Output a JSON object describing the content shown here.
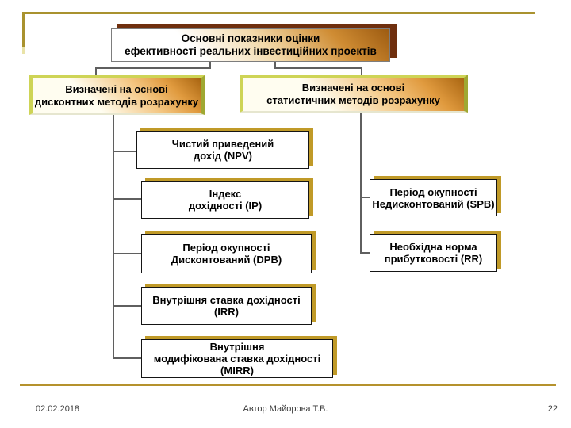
{
  "slide": {
    "title": "Основні показники оцінки\nефективності реальних інвестиційних проектів",
    "branches": {
      "left": "Визначені на основі\nдисконтних методів розрахунку",
      "right": "Визначені на основі\nстатистичних методів розрахунку"
    },
    "left_items": [
      "Чистий приведений\nдохід (NPV)",
      "Індекс\nдохідності (ІР)",
      "Період окупності\nДисконтований (DPB)",
      "Внутрішня ставка дохідності\n(IRR)",
      "Внутрішня\nмодифікована ставка дохідності\n(MIRR)"
    ],
    "right_items": [
      "Період окупності\nНедисконтований (SPB)",
      "Необхідна норма\nприбутковості (RR)"
    ],
    "footer": {
      "date": "02.02.2018",
      "author": "Автор Майорова Т.В.",
      "page": "22"
    },
    "colors": {
      "frame_gold": "#a9922f",
      "bottom_gold": "#b5922d",
      "title_shadow_brown": "#6f2f0e",
      "leaf_shadow_gold": "#c09a28",
      "branch_bevel_light": "#ced456",
      "branch_bevel_dark": "#9fa832",
      "connector_gray": "#5f5f5f",
      "gradient_orange": "#a96511"
    }
  }
}
